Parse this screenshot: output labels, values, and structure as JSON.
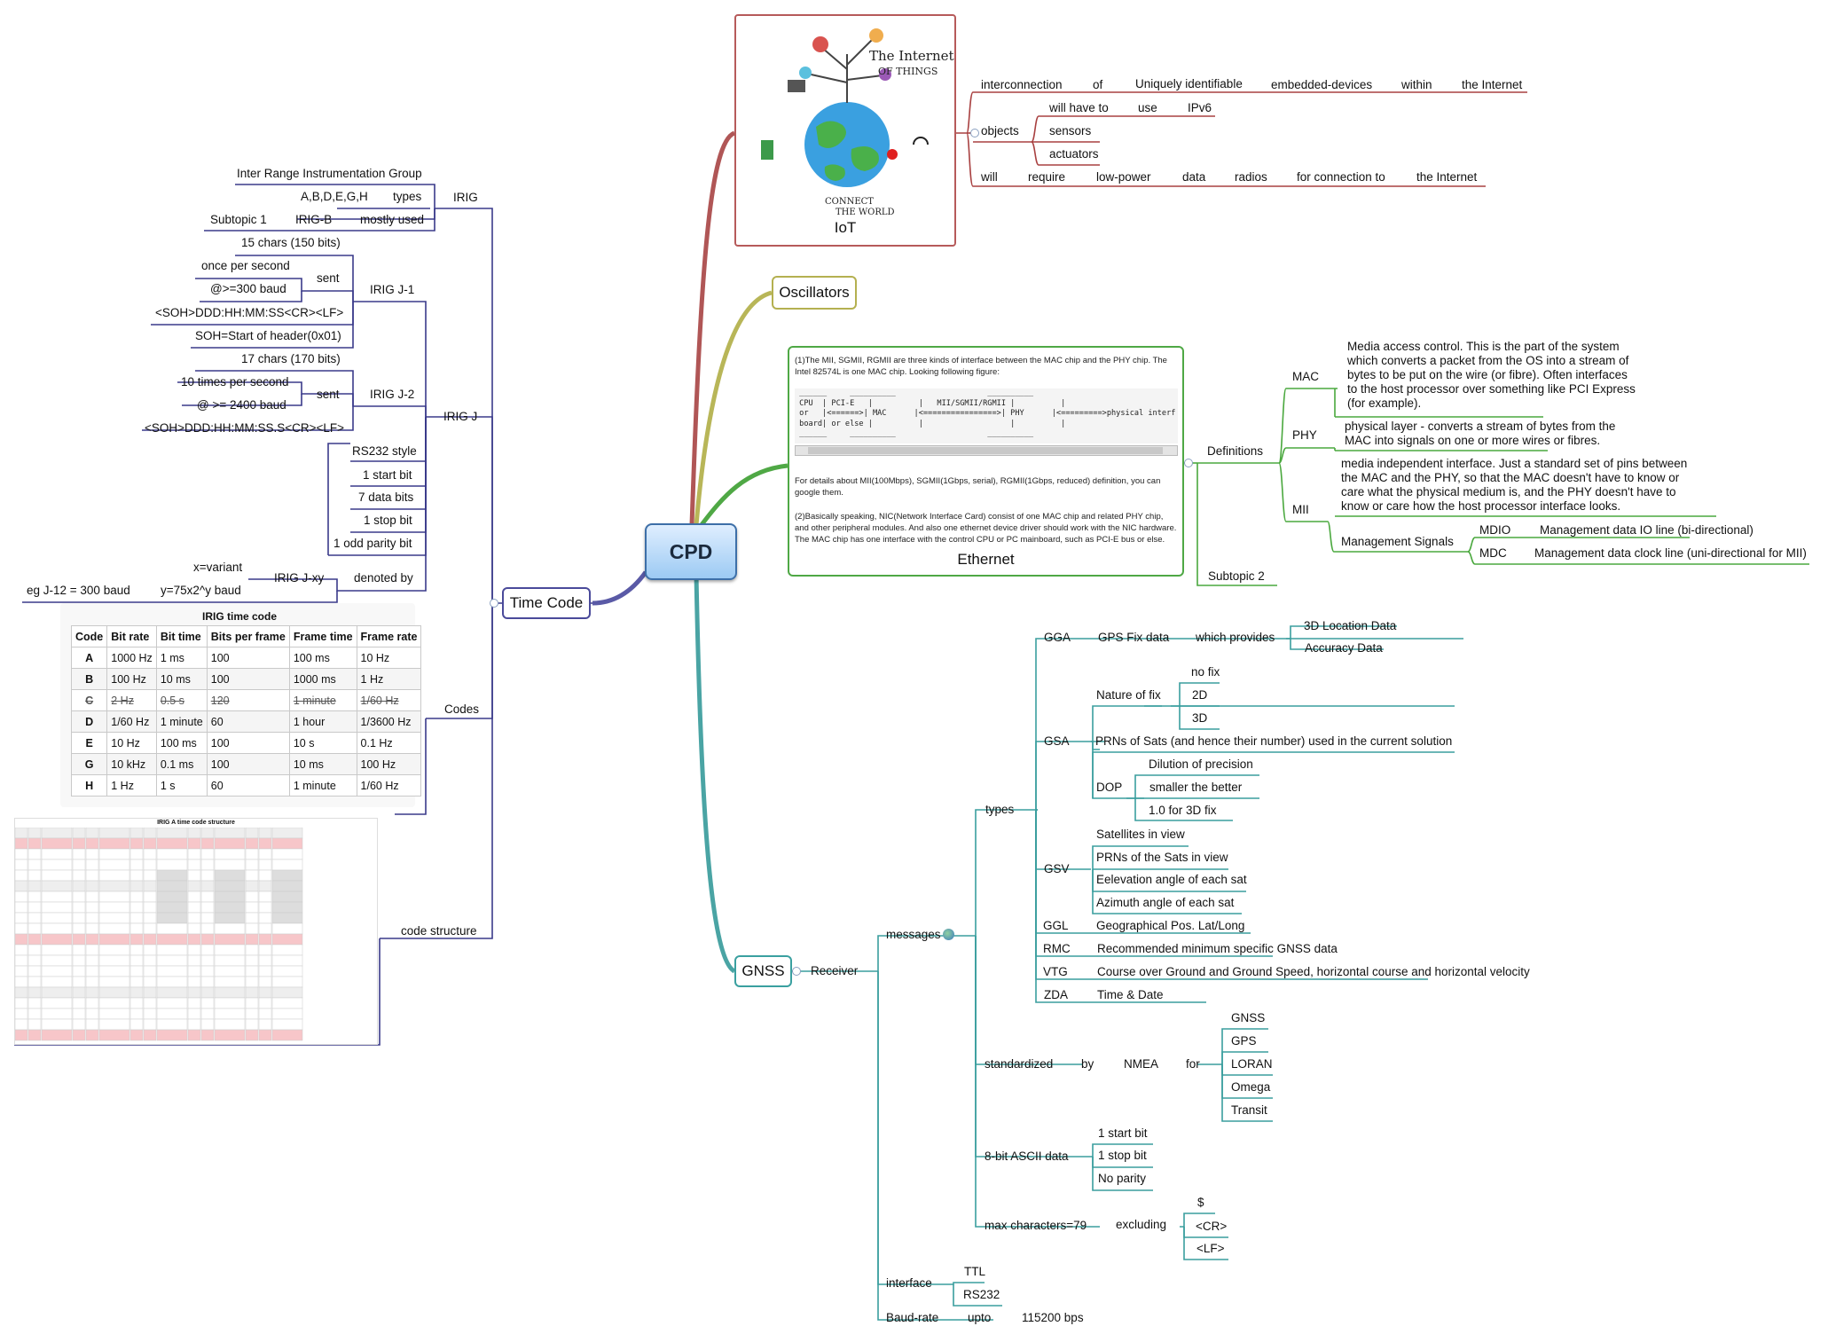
{
  "root": "CPD",
  "iot": {
    "label": "IoT",
    "art": {
      "l1": "The Internet",
      "l2": "OF THINGS",
      "l3": "CONNECT",
      "l4": "THE WORLD"
    },
    "r1": [
      "interconnection",
      "of",
      "Uniquely identifiable",
      "embedded-devices",
      "within",
      "the Internet"
    ],
    "objects": "objects",
    "r2": [
      "will have to",
      "use",
      "IPv6"
    ],
    "sensors": "sensors",
    "actuators": "actuators",
    "r3": [
      "will",
      "require",
      "low-power",
      "data",
      "radios",
      "for connection to",
      "the Internet"
    ]
  },
  "oscillators": "Oscillators",
  "ethernet": {
    "label": "Ethernet",
    "p1": "(1)The MII, SGMII, RGMII are three kinds of interface between the MAC chip and the PHY chip. The Intel 82574L is one MAC chip. Looking following figure:",
    "diagram": " ______     __________                    __________\n CPU  | PCI-E   |          |   MII/SGMII/RGMII |          |\n or   |<======>| MAC      |<================>| PHY      |<=========>physical interf\n board| or else |          |                   |          |\n ______     __________                    __________",
    "p2": "For details about MII(100Mbps), SGMII(1Gbps, serial), RGMII(1Gbps, reduced) definition, you can google them.",
    "p3": "(2)Basically speaking, NIC(Network Interface Card) consist of one MAC chip and related PHY chip, and other peripheral modules. And also one ethernet device driver should work with the NIC hardware. The MAC chip has one interface with the control CPU or PC mainboard, such as PCI-E bus or else.",
    "definitions": "Definitions",
    "mac": "MAC",
    "mac_desc": "Media access control. This is the part of the system which converts a packet from the OS into a stream of bytes to be put on the wire (or fibre). Often interfaces to the host processor over something like PCI Express (for example).",
    "phy": "PHY",
    "phy_desc": "physical layer - converts a stream of bytes from the MAC into signals on one or more wires or fibres.",
    "mii": "MII",
    "mii_desc": "media independent interface. Just a standard set of pins between the MAC and the PHY, so that the MAC doesn't have to know or care what the physical medium is, and the PHY doesn't have to know or care how the host processor interface looks.",
    "mgmt": "Management Signals",
    "mdio": "MDIO",
    "mdio_desc": "Management data IO line (bi-directional)",
    "mdc": "MDC",
    "mdc_desc": "Management data clock line (uni-directional for MII)",
    "subtopic2": "Subtopic 2"
  },
  "timecode": {
    "label": "Time Code",
    "irig": "IRIG",
    "irig_group": "Inter Range Instrumentation Group",
    "types_val": "A,B,D,E,G,H",
    "types": "types",
    "subtopic1": "Subtopic 1",
    "irigb": "IRIG-B",
    "mostly": "mostly used",
    "irigj": "IRIG J",
    "j1": "IRIG J-1",
    "j1_chars": "15 chars (150 bits)",
    "j1_once": "once per second",
    "j1_sent": "sent",
    "j1_baud": "@>=300 baud",
    "j1_fmt": "<SOH>DDD:HH:MM:SS<CR><LF>",
    "j1_soh": "SOH=Start of header(0x01)",
    "j2": "IRIG J-2",
    "j2_chars": "17 chars (170 bits)",
    "j2_times": "10 times per second",
    "j2_sent": "sent",
    "j2_baud": "@ >= 2400 baud",
    "j2_fmt": "<SOH>DDD:HH:MM:SS.S<CR><LF>",
    "rs232": "RS232 style",
    "start": "1 start bit",
    "data": "7 data bits",
    "stop": "1 stop bit",
    "parity": "1 odd parity bit",
    "xvar": "x=variant",
    "jxy": "IRIG J-xy",
    "denoted": "denoted by",
    "eg": "eg J-12 = 300 baud",
    "formula": "y=75x2^y baud",
    "codes": "Codes",
    "codestruct": "code structure",
    "table_title": "IRIG time code",
    "table_head": [
      "Code",
      "Bit rate",
      "Bit time",
      "Bits per frame",
      "Frame time",
      "Frame rate"
    ],
    "table_rows": [
      [
        "A",
        "1000 Hz",
        "1 ms",
        "100",
        "100 ms",
        "10 Hz"
      ],
      [
        "B",
        "100 Hz",
        "10 ms",
        "100",
        "1000 ms",
        "1 Hz"
      ],
      [
        "C",
        "2 Hz",
        "0.5 s",
        "120",
        "1 minute",
        "1/60 Hz"
      ],
      [
        "D",
        "1/60 Hz",
        "1 minute",
        "60",
        "1 hour",
        "1/3600 Hz"
      ],
      [
        "E",
        "10 Hz",
        "100 ms",
        "100",
        "10 s",
        "0.1 Hz"
      ],
      [
        "G",
        "10 kHz",
        "0.1 ms",
        "100",
        "10 ms",
        "100 Hz"
      ],
      [
        "H",
        "1 Hz",
        "1 s",
        "60",
        "1 minute",
        "1/60 Hz"
      ]
    ],
    "struct_title": "IRIG A time code structure"
  },
  "gnss": {
    "label": "GNSS",
    "receiver": "Receiver",
    "messages": "messages",
    "types": "types",
    "gga": "GGA",
    "gga_fix": "GPS Fix data",
    "gga_which": "which provides",
    "gga_3d": "3D Location Data",
    "gga_acc": "Accuracy Data",
    "gsa": "GSA",
    "nature": "Nature of fix",
    "nofix": "no fix",
    "f2d": "2D",
    "f3d": "3D",
    "prns": "PRNs of Sats (and hence their number) used in the current solution",
    "dop": "DOP",
    "dilution": "Dilution of precision",
    "smaller": "smaller the better",
    "dop3d": "1.0 for 3D fix",
    "gsv": "GSV",
    "gsv1": "Satellites in view",
    "gsv2": "PRNs of the Sats in view",
    "gsv3": "Eelevation angle of each sat",
    "gsv4": "Azimuth angle of each sat",
    "ggl": "GGL",
    "ggl_d": "Geographical Pos. Lat/Long",
    "rmc": "RMC",
    "rmc_d": "Recommended minimum specific GNSS data",
    "vtg": "VTG",
    "vtg_d": "Course over Ground and Ground Speed, horizontal course and horizontal velocity",
    "zda": "ZDA",
    "zda_d": "Time & Date",
    "standardized": "standardized",
    "by": "by",
    "nmea": "NMEA",
    "for": "for",
    "sgnss": "GNSS",
    "sgps": "GPS",
    "sloran": "LORAN",
    "somega": "Omega",
    "stransit": "Transit",
    "ascii": "8-bit ASCII data",
    "a1": "1 start bit",
    "a2": "1 stop bit",
    "a3": "No parity",
    "maxc": "max characters=79",
    "excluding": "excluding",
    "dollar": "$",
    "cr": "<CR>",
    "lf": "<LF>",
    "interface": "interface",
    "ttl": "TTL",
    "rs232": "RS232",
    "baud": "Baud-rate",
    "upto": "upto",
    "bps": "115200 bps"
  },
  "colors": {
    "iot": "#b04848",
    "osc": "#b4b050",
    "eth": "#4aa83e",
    "time": "#4a4a9a",
    "gnss": "#3aa0a0"
  }
}
